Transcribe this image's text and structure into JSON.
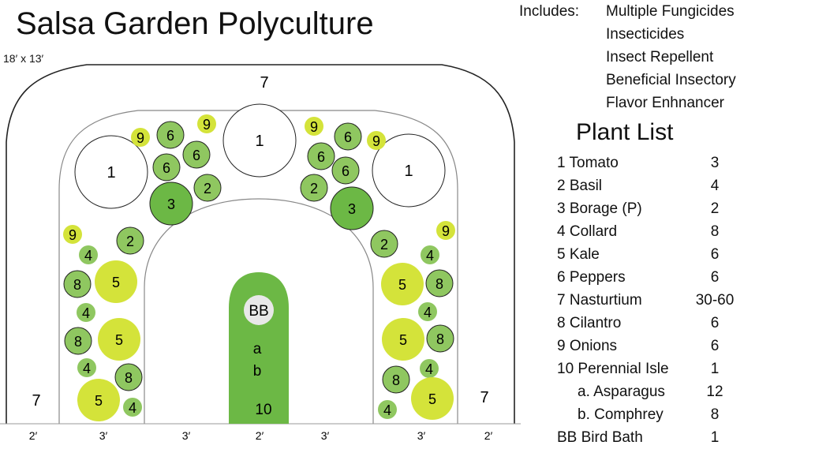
{
  "title": "Salsa Garden Polyculture",
  "dimensions": "18′ x 13′",
  "includes": {
    "label": "Includes:",
    "items": [
      "Multiple Fungicides",
      "Insecticides",
      "Insect Repellent",
      "Beneficial Insectory",
      "Flavor Enhnancer"
    ]
  },
  "plant_list": {
    "title": "Plant List",
    "rows": [
      {
        "name": "1 Tomato",
        "qty": "3"
      },
      {
        "name": "2 Basil",
        "qty": "4"
      },
      {
        "name": "3 Borage (P)",
        "qty": "2"
      },
      {
        "name": "4 Collard",
        "qty": "8"
      },
      {
        "name": "5 Kale",
        "qty": "6"
      },
      {
        "name": "6 Peppers",
        "qty": "6"
      },
      {
        "name": "7 Nasturtium",
        "qty": "30-60"
      },
      {
        "name": "8 Cilantro",
        "qty": "6"
      },
      {
        "name": "9 Onions",
        "qty": "6"
      },
      {
        "name": "10 Perennial Isle",
        "qty": "1"
      },
      {
        "name": "a. Asparagus",
        "qty": "12",
        "sub": true
      },
      {
        "name": "b. Comphrey",
        "qty": "8",
        "sub": true
      },
      {
        "name": "BB Bird Bath",
        "qty": "1"
      }
    ]
  },
  "colors": {
    "dark_green": "#6cb845",
    "light_green": "#8fc760",
    "yellow_green": "#d4e33a",
    "outline": "#222222",
    "bed_line": "#888888"
  },
  "bed_labels": {
    "nasturtium_top": "7",
    "nasturtium_left": "7",
    "nasturtium_right": "7",
    "island_bird_bath": "BB",
    "island_a": "a",
    "island_b": "b",
    "island_10": "10"
  },
  "bottom_measurements": [
    "2′",
    "3′",
    "3′",
    "2′",
    "3′",
    "3′",
    "2′"
  ],
  "plants": [
    {
      "label": "1",
      "kind": "tomato"
    },
    {
      "label": "1",
      "kind": "tomato"
    },
    {
      "label": "1",
      "kind": "tomato"
    },
    {
      "label": "3",
      "kind": "borage"
    },
    {
      "label": "3",
      "kind": "borage"
    },
    {
      "label": "6",
      "kind": "pepper"
    },
    {
      "label": "6",
      "kind": "pepper"
    },
    {
      "label": "6",
      "kind": "pepper"
    },
    {
      "label": "6",
      "kind": "pepper"
    },
    {
      "label": "6",
      "kind": "pepper"
    },
    {
      "label": "6",
      "kind": "pepper"
    },
    {
      "label": "2",
      "kind": "basil"
    },
    {
      "label": "2",
      "kind": "basil"
    },
    {
      "label": "2",
      "kind": "basil"
    },
    {
      "label": "2",
      "kind": "basil"
    },
    {
      "label": "9",
      "kind": "onion"
    },
    {
      "label": "9",
      "kind": "onion"
    },
    {
      "label": "9",
      "kind": "onion"
    },
    {
      "label": "9",
      "kind": "onion"
    },
    {
      "label": "9",
      "kind": "onion"
    },
    {
      "label": "9",
      "kind": "onion"
    },
    {
      "label": "4",
      "kind": "collard"
    },
    {
      "label": "4",
      "kind": "collard"
    },
    {
      "label": "4",
      "kind": "collard"
    },
    {
      "label": "4",
      "kind": "collard"
    },
    {
      "label": "4",
      "kind": "collard"
    },
    {
      "label": "4",
      "kind": "collard"
    },
    {
      "label": "4",
      "kind": "collard"
    },
    {
      "label": "4",
      "kind": "collard"
    },
    {
      "label": "8",
      "kind": "cilantro"
    },
    {
      "label": "8",
      "kind": "cilantro"
    },
    {
      "label": "8",
      "kind": "cilantro"
    },
    {
      "label": "8",
      "kind": "cilantro"
    },
    {
      "label": "8",
      "kind": "cilantro"
    },
    {
      "label": "8",
      "kind": "cilantro"
    },
    {
      "label": "5",
      "kind": "kale"
    },
    {
      "label": "5",
      "kind": "kale"
    },
    {
      "label": "5",
      "kind": "kale"
    },
    {
      "label": "5",
      "kind": "kale"
    },
    {
      "label": "5",
      "kind": "kale"
    },
    {
      "label": "5",
      "kind": "kale"
    }
  ]
}
